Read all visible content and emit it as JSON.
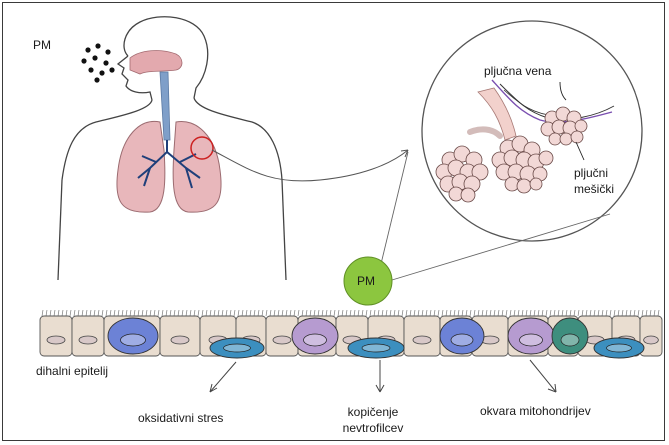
{
  "labels": {
    "pm_top": "PM",
    "pm_particle": "PM",
    "pulmonary_vein": "pljučna vena",
    "alveoli_line1": "pljučni",
    "alveoli_line2": "mešički",
    "epithelium": "dihalni epitelij",
    "effect1": "oksidativni stres",
    "effect2_line1": "kopičenje",
    "effect2_line2": "nevtrofilcev",
    "effect3": "okvara mitohondrijev"
  },
  "colors": {
    "lung": "#e8b7bb",
    "airway": "#7f9fc9",
    "particle": "#8cc63f",
    "alveolus": "#f2d8d6",
    "epithelial_cell": "#e9ddd0",
    "goblet_cell": "#6c82d6",
    "basal_cell": "#3c8fbf",
    "neutrophil_cell": "#b69bd0",
    "mitochondria_cell": "#3e8e7e"
  }
}
